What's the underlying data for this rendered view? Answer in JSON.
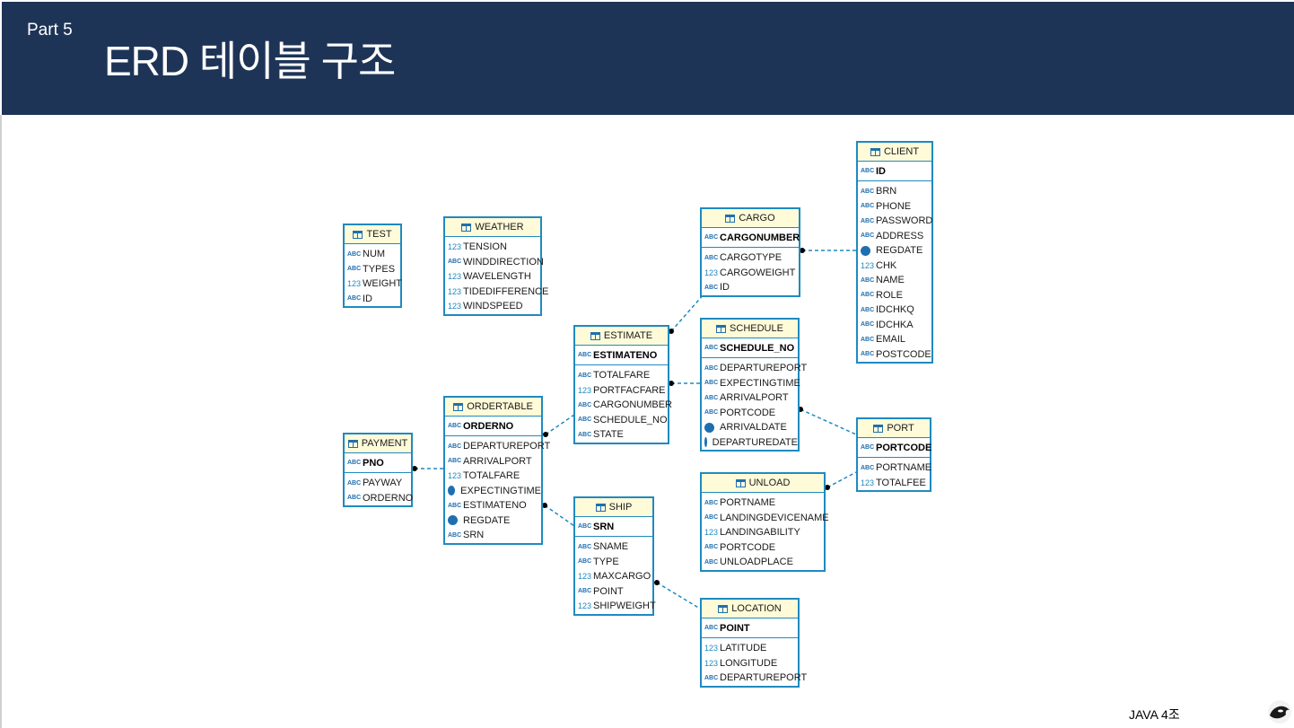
{
  "header": {
    "part": "Part 5",
    "title": "ERD 테이블 구조"
  },
  "footer": {
    "team": "JAVA 4조"
  },
  "colors": {
    "header_bg": "#1e3457",
    "border": "#1f8ac0",
    "table_head_bg": "#fffbd9"
  },
  "tables": {
    "test": {
      "name": "TEST",
      "cols": [
        {
          "n": "NUM",
          "t": "abc"
        },
        {
          "n": "TYPES",
          "t": "abc"
        },
        {
          "n": "WEIGHT",
          "t": "num"
        },
        {
          "n": "ID",
          "t": "abc"
        }
      ]
    },
    "weather": {
      "name": "WEATHER",
      "cols": [
        {
          "n": "TENSION",
          "t": "num"
        },
        {
          "n": "WINDDIRECTION",
          "t": "abc"
        },
        {
          "n": "WAVELENGTH",
          "t": "num"
        },
        {
          "n": "TIDEDIFFERENCE",
          "t": "num"
        },
        {
          "n": "WINDSPEED",
          "t": "num"
        }
      ]
    },
    "cargo": {
      "name": "CARGO",
      "pk": "CARGONUMBER",
      "cols": [
        {
          "n": "CARGOTYPE",
          "t": "abc"
        },
        {
          "n": "CARGOWEIGHT",
          "t": "num"
        },
        {
          "n": "ID",
          "t": "abc"
        }
      ]
    },
    "client": {
      "name": "CLIENT",
      "pk": "ID",
      "cols": [
        {
          "n": "BRN",
          "t": "abc"
        },
        {
          "n": "PHONE",
          "t": "abc"
        },
        {
          "n": "PASSWORD",
          "t": "abc"
        },
        {
          "n": "ADDRESS",
          "t": "abc"
        },
        {
          "n": "REGDATE",
          "t": "date"
        },
        {
          "n": "CHK",
          "t": "num"
        },
        {
          "n": "NAME",
          "t": "abc"
        },
        {
          "n": "ROLE",
          "t": "abc"
        },
        {
          "n": "IDCHKQ",
          "t": "abc"
        },
        {
          "n": "IDCHKA",
          "t": "abc"
        },
        {
          "n": "EMAIL",
          "t": "abc"
        },
        {
          "n": "POSTCODE",
          "t": "abc"
        }
      ]
    },
    "estimate": {
      "name": "ESTIMATE",
      "pk": "ESTIMATENO",
      "cols": [
        {
          "n": "TOTALFARE",
          "t": "abc"
        },
        {
          "n": "PORTFACFARE",
          "t": "num"
        },
        {
          "n": "CARGONUMBER",
          "t": "abc"
        },
        {
          "n": "SCHEDULE_NO",
          "t": "abc"
        },
        {
          "n": "STATE",
          "t": "abc"
        }
      ]
    },
    "schedule": {
      "name": "SCHEDULE",
      "pk": "SCHEDULE_NO",
      "cols": [
        {
          "n": "DEPARTUREPORT",
          "t": "abc"
        },
        {
          "n": "EXPECTINGTIME",
          "t": "abc"
        },
        {
          "n": "ARRIVALPORT",
          "t": "abc"
        },
        {
          "n": "PORTCODE",
          "t": "abc"
        },
        {
          "n": "ARRIVALDATE",
          "t": "date"
        },
        {
          "n": "DEPARTUREDATE",
          "t": "date"
        }
      ]
    },
    "ordertable": {
      "name": "ORDERTABLE",
      "pk": "ORDERNO",
      "cols": [
        {
          "n": "DEPARTUREPORT",
          "t": "abc"
        },
        {
          "n": "ARRIVALPORT",
          "t": "abc"
        },
        {
          "n": "TOTALFARE",
          "t": "num"
        },
        {
          "n": "EXPECTINGTIME",
          "t": "date"
        },
        {
          "n": "ESTIMATENO",
          "t": "abc"
        },
        {
          "n": "REGDATE",
          "t": "date"
        },
        {
          "n": "SRN",
          "t": "abc"
        }
      ]
    },
    "payment": {
      "name": "PAYMENT",
      "pk": "PNO",
      "cols": [
        {
          "n": "PAYWAY",
          "t": "abc"
        },
        {
          "n": "ORDERNO",
          "t": "abc"
        }
      ]
    },
    "port": {
      "name": "PORT",
      "pk": "PORTCODE",
      "cols": [
        {
          "n": "PORTNAME",
          "t": "abc"
        },
        {
          "n": "TOTALFEE",
          "t": "num"
        }
      ]
    },
    "unload": {
      "name": "UNLOAD",
      "cols": [
        {
          "n": "PORTNAME",
          "t": "abc"
        },
        {
          "n": "LANDINGDEVICENAME",
          "t": "abc"
        },
        {
          "n": "LANDINGABILITY",
          "t": "num"
        },
        {
          "n": "PORTCODE",
          "t": "abc"
        },
        {
          "n": "UNLOADPLACE",
          "t": "abc"
        }
      ]
    },
    "ship": {
      "name": "SHIP",
      "pk": "SRN",
      "cols": [
        {
          "n": "SNAME",
          "t": "abc"
        },
        {
          "n": "TYPE",
          "t": "abc"
        },
        {
          "n": "MAXCARGO",
          "t": "num"
        },
        {
          "n": "POINT",
          "t": "abc"
        },
        {
          "n": "SHIPWEIGHT",
          "t": "num"
        }
      ]
    },
    "location": {
      "name": "LOCATION",
      "pk": "POINT",
      "cols": [
        {
          "n": "LATITUDE",
          "t": "num"
        },
        {
          "n": "LONGITUDE",
          "t": "num"
        },
        {
          "n": "DEPARTUREPORT",
          "t": "abc"
        }
      ]
    }
  },
  "relations": [
    [
      "estimate",
      "cargo"
    ],
    [
      "cargo",
      "client"
    ],
    [
      "estimate",
      "schedule"
    ],
    [
      "ordertable",
      "estimate"
    ],
    [
      "payment",
      "ordertable"
    ],
    [
      "ordertable",
      "ship"
    ],
    [
      "ship",
      "location"
    ],
    [
      "schedule",
      "port"
    ],
    [
      "unload",
      "port"
    ]
  ]
}
